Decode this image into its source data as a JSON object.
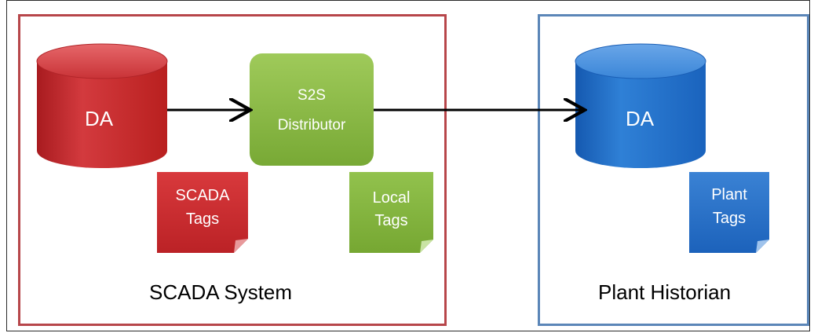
{
  "diagram": {
    "scada_group": {
      "label": "SCADA System",
      "color": "#b7464a"
    },
    "historian_group": {
      "label": "Plant Historian",
      "color": "#5b86b8"
    },
    "scada_da": {
      "label": "DA",
      "color": "#c8262b"
    },
    "distributor": {
      "line1": "S2S",
      "line2": "Distributor",
      "color": "#86b83c"
    },
    "historian_da": {
      "label": "DA",
      "color": "#1f6ec8"
    },
    "scada_tags": {
      "line1": "SCADA",
      "line2": "Tags",
      "color": "#c8262b"
    },
    "local_tags": {
      "line1": "Local",
      "line2": "Tags",
      "color": "#86b83c"
    },
    "plant_tags": {
      "line1": "Plant",
      "line2": "Tags",
      "color": "#1f6ec8"
    }
  }
}
